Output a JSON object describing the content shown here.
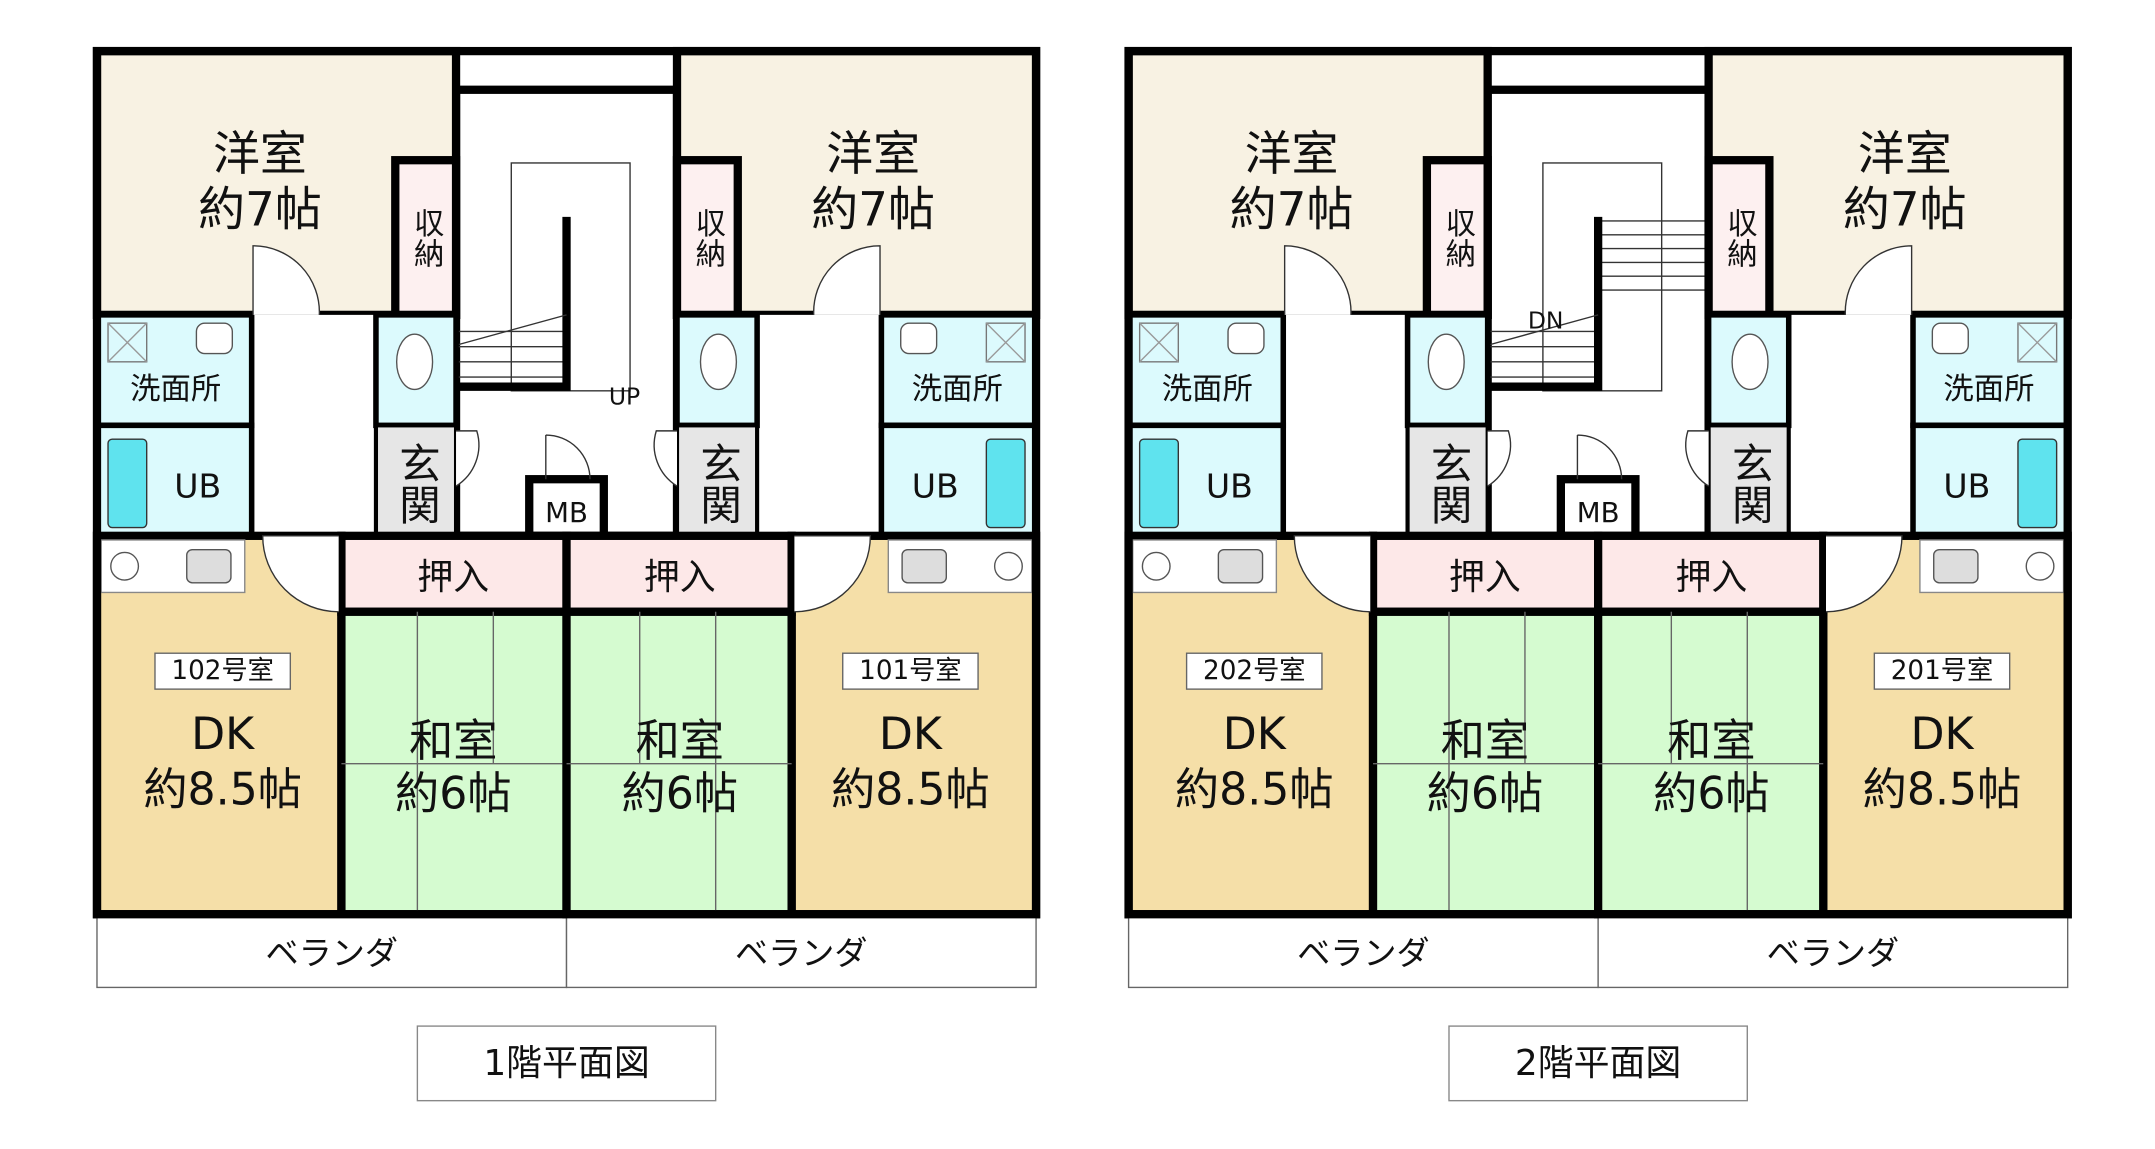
{
  "colors": {
    "western": "#f8f2e3",
    "storage": "#fdf0f0",
    "washroom": "#dcfafd",
    "tub": "#5fe3ee",
    "entrance": "#e6e6e6",
    "dk": "#f5dfa8",
    "japanese": "#d5fbd0",
    "closet": "#fde8e8",
    "wall": "#000000"
  },
  "floors": [
    {
      "title": "1階平面図",
      "stair_label": "UP",
      "mb": "MB",
      "units": [
        {
          "number": "102号室",
          "western": "洋室",
          "western_size": "約7帖",
          "storage": "収納",
          "washroom": "洗面所",
          "bath": "UB",
          "entrance": "玄関",
          "closet": "押入",
          "japanese": "和室",
          "japanese_size": "約6帖",
          "dk": "DK",
          "dk_size": "約8.5帖",
          "veranda": "ベランダ"
        },
        {
          "number": "101号室",
          "western": "洋室",
          "western_size": "約7帖",
          "storage": "収納",
          "washroom": "洗面所",
          "bath": "UB",
          "entrance": "玄関",
          "closet": "押入",
          "japanese": "和室",
          "japanese_size": "約6帖",
          "dk": "DK",
          "dk_size": "約8.5帖",
          "veranda": "ベランダ"
        }
      ]
    },
    {
      "title": "2階平面図",
      "stair_label": "DN",
      "mb": "MB",
      "units": [
        {
          "number": "202号室",
          "western": "洋室",
          "western_size": "約7帖",
          "storage": "収納",
          "washroom": "洗面所",
          "bath": "UB",
          "entrance": "玄関",
          "closet": "押入",
          "japanese": "和室",
          "japanese_size": "約6帖",
          "dk": "DK",
          "dk_size": "約8.5帖",
          "veranda": "ベランダ"
        },
        {
          "number": "201号室",
          "western": "洋室",
          "western_size": "約7帖",
          "storage": "収納",
          "washroom": "洗面所",
          "bath": "UB",
          "entrance": "玄関",
          "closet": "押入",
          "japanese": "和室",
          "japanese_size": "約6帖",
          "dk": "DK",
          "dk_size": "約8.5帖",
          "veranda": "ベランダ"
        }
      ]
    }
  ]
}
